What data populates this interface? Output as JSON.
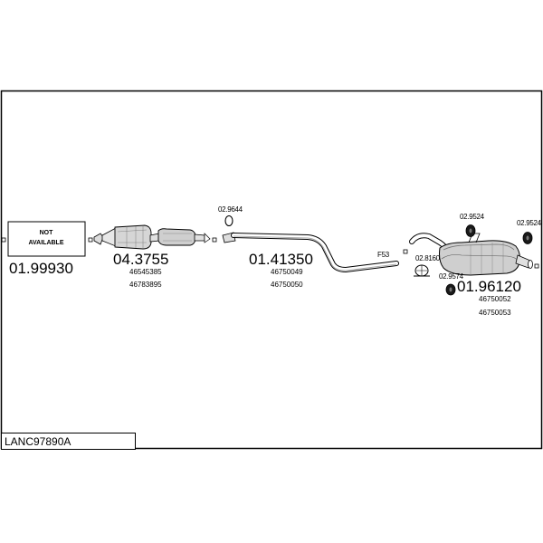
{
  "diagram": {
    "reference": "LANC97890A",
    "not_available": {
      "line1": "NOT",
      "line2": "AVAILABLE",
      "part_number": "01.99930"
    },
    "catalytic_converter": {
      "part_number": "04.3755",
      "oem": [
        "46545385",
        "46783895"
      ]
    },
    "gasket_front": {
      "part_number": "02.9644"
    },
    "middle_pipe": {
      "part_number": "01.41350",
      "oem": [
        "46750049",
        "46750050"
      ]
    },
    "clamp": {
      "label": "F53"
    },
    "rear_silencer": {
      "part_number": "01.96120",
      "oem": [
        "46750052",
        "46750053"
      ]
    },
    "rubber_mount_a": {
      "part_number": "02.9524"
    },
    "rubber_mount_b": {
      "part_number": "02.9524"
    },
    "clamp_ring": {
      "part_number": "02.8160"
    },
    "rubber_mount_c": {
      "part_number": "02.9574"
    }
  }
}
